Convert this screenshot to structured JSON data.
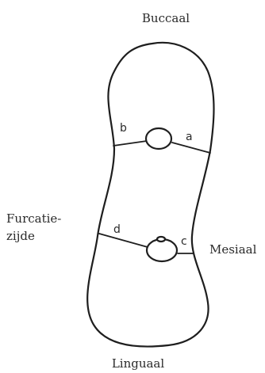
{
  "labels": {
    "buccal": "Buccaal",
    "furcation_line1": "Furcatie-",
    "furcation_line2": "zijde",
    "mesial": "Mesiaal",
    "lingual": "Linguaal"
  },
  "section_letters": {
    "a": "a",
    "b": "b",
    "c": "c",
    "d": "d"
  },
  "colors": {
    "ink": "#1e1e1e",
    "background": "#ffffff"
  }
}
